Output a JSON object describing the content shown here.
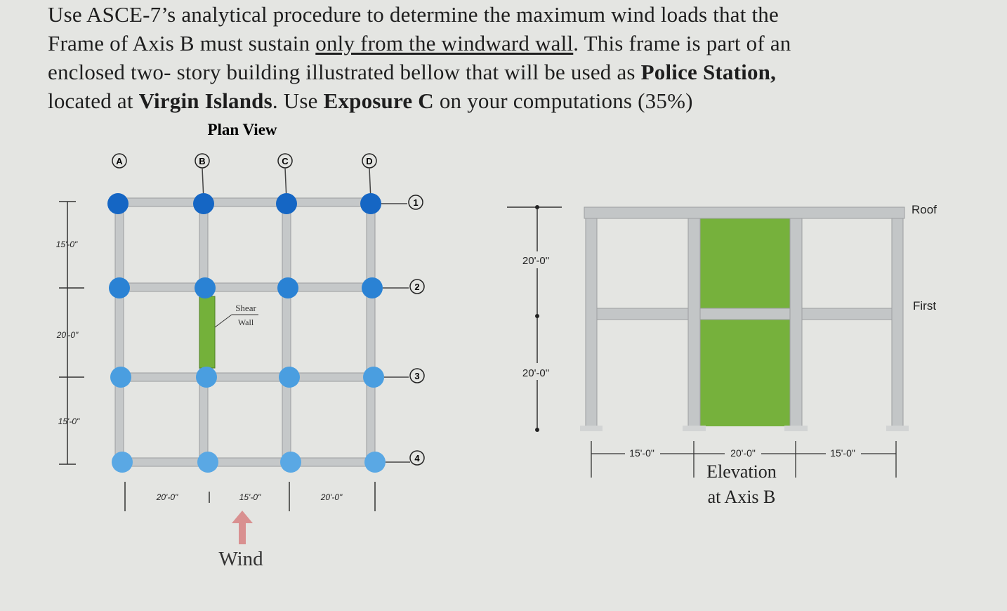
{
  "problem": {
    "line1": "Use ASCE-7’s analytical procedure to determine the maximum wind loads that the",
    "line2_a": "Frame of  Axis B must sustain ",
    "line2_u": "only from the windward wall",
    "line2_b": ". This frame is part of an",
    "line3_a": "enclosed two- story building illustrated bellow that will be used as ",
    "line3_b": "Police Station,",
    "line4_a": "located at ",
    "line4_b": "Virgin Islands",
    "line4_c": ". Use ",
    "line4_d": "Exposure C",
    "line4_e": " on your computations (35%)"
  },
  "plan": {
    "title": "Plan View",
    "col_axes": [
      "A",
      "B",
      "C",
      "D"
    ],
    "row_axes": [
      "1",
      "2",
      "3",
      "4"
    ],
    "vertical_dims": [
      "15'-0\"",
      "20'-0\"",
      "15'-0\""
    ],
    "horizontal_dims": [
      "20'-0\"",
      "15'-0\"",
      "20'-0\""
    ],
    "shear_wall_label_1": "Shear",
    "shear_wall_label_2": "Wall",
    "wind_label": "Wind"
  },
  "elevation": {
    "title_1": "Elevation",
    "title_2": "at Axis B",
    "level_roof": "Roof",
    "level_first": "First",
    "story_heights": [
      "20'-0\"",
      "20'-0\""
    ],
    "bay_widths": [
      "15'-0\"",
      "20'-0\"",
      "15'-0\""
    ]
  },
  "colors": {
    "node_dark": "#1565c4",
    "node_mid": "#2f86d6",
    "node_light": "#5aa8e4",
    "shear_wall": "#76b13c",
    "member": "#c4c7c8",
    "wind_arrow": "#d89090"
  }
}
